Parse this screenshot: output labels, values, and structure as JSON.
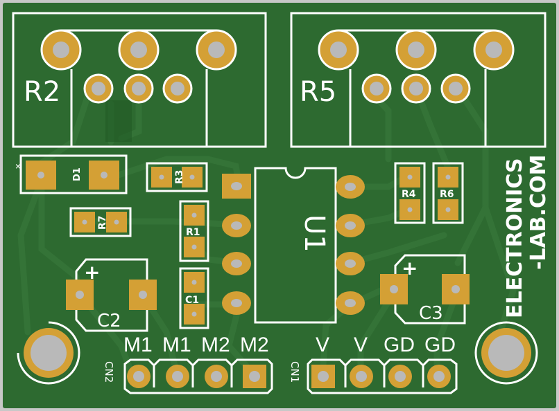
{
  "board": {
    "colors": {
      "edge": "#c8c8c8",
      "mask": "#2d6a30",
      "trace": "#336f35",
      "silk": "#ffffff",
      "pad_gold": "#d4a035",
      "hole": "#b9b9b9"
    },
    "labels": {
      "r2": "R2",
      "r5": "R5",
      "d1": "D1",
      "r3": "R3",
      "r7": "R7",
      "r1": "R1",
      "c1": "C1",
      "u1": "U1",
      "r4": "R4",
      "r6": "R6",
      "c2": "C2",
      "c3": "C3",
      "plus_c2": "+",
      "plus_c3": "+",
      "cn2": "CN2",
      "cn1": "CN1",
      "cn2_pins": [
        "M1",
        "M1",
        "M2",
        "M2"
      ],
      "cn1_pins": [
        "V",
        "V",
        "GD",
        "GD"
      ],
      "brand_line1": "ELECTRONICS",
      "brand_line2": "-LAB.COM"
    }
  }
}
